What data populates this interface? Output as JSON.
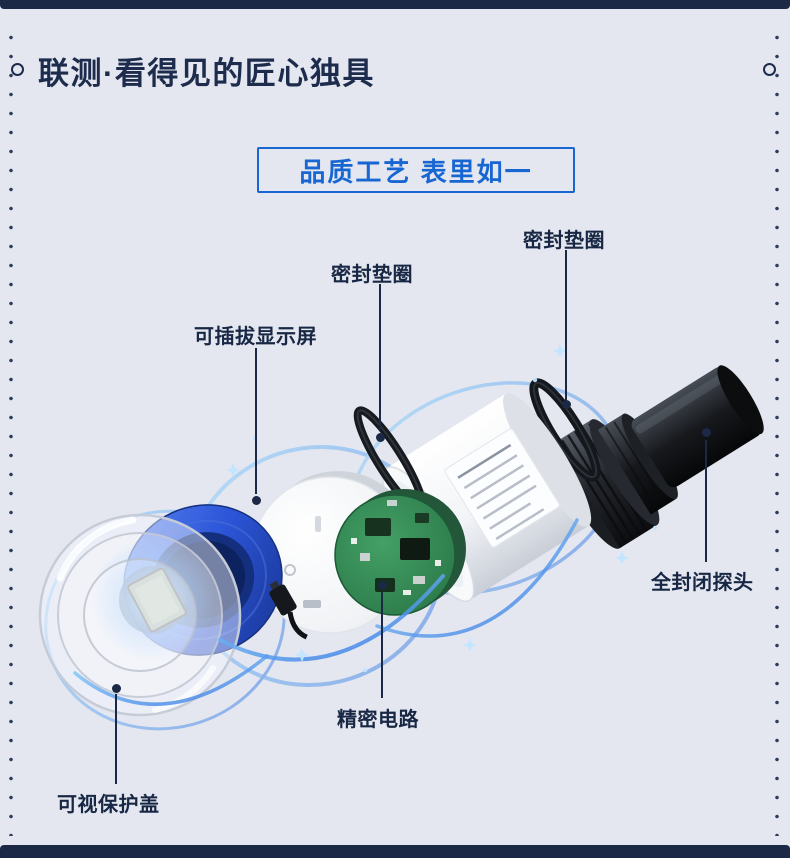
{
  "page": {
    "background": "#e4e7f0",
    "navy": "#1d2b4c",
    "blue": "#1766d2"
  },
  "header": {
    "title": "联测·看得见的匠心独具"
  },
  "badge": {
    "text": "品质工艺 表里如一"
  },
  "callouts": [
    {
      "name": "seal-gasket-right",
      "label": "密封垫圈"
    },
    {
      "name": "seal-gasket-mid",
      "label": "密封垫圈"
    },
    {
      "name": "pluggable-display",
      "label": "可插拔显示屏"
    },
    {
      "name": "sealed-probe",
      "label": "全封闭探头"
    },
    {
      "name": "precision-circuit",
      "label": "精密电路"
    },
    {
      "name": "protective-cover",
      "label": "可视保护盖"
    }
  ]
}
